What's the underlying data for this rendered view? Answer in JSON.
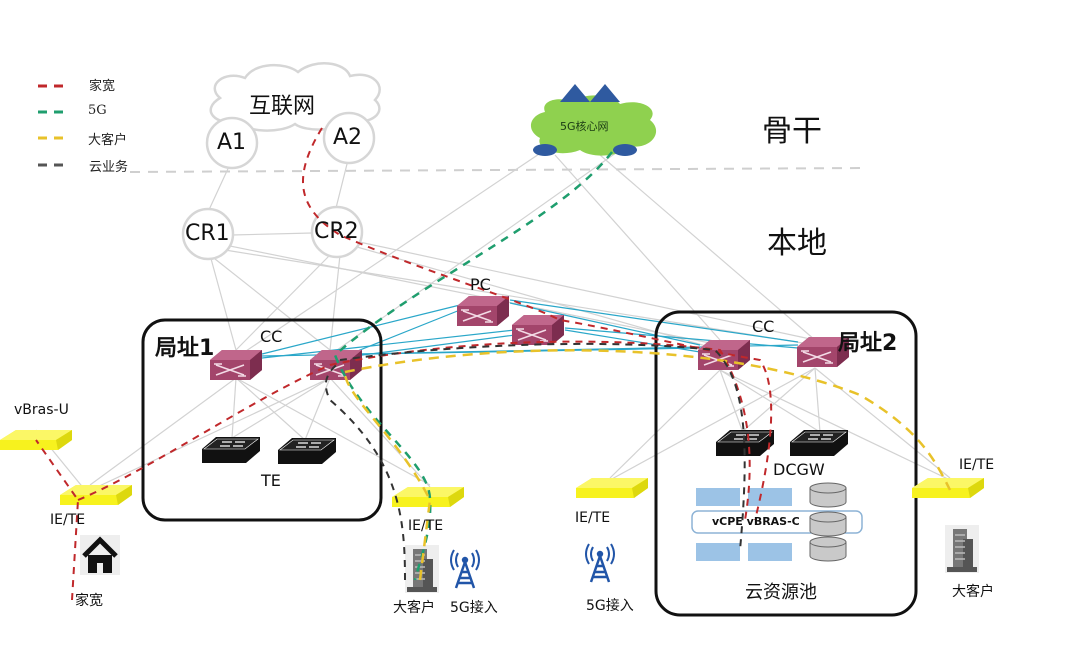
{
  "legend": {
    "items": [
      {
        "label": "家宽",
        "color": "#c0282b"
      },
      {
        "label": "5G",
        "color": "#1f9e6e"
      },
      {
        "label": "大客户",
        "color": "#e8c22a"
      },
      {
        "label": "云业务",
        "color": "#555555"
      }
    ]
  },
  "zones": {
    "backbone": "骨干",
    "local": "本地"
  },
  "internet": {
    "label": "互联网",
    "a1": "A1",
    "a2": "A2"
  },
  "core5g": {
    "label": "5G核心网"
  },
  "routers": {
    "cr1": "CR1",
    "cr2": "CR2",
    "pc": "PC"
  },
  "site1": {
    "label": "局址1",
    "cc": "CC",
    "te": "TE"
  },
  "site2": {
    "label": "局址2",
    "cc": "CC",
    "dcgw": "DCGW",
    "vcpe": "vCPE vBRAS-C",
    "pool": "云资源池"
  },
  "edge": {
    "vbras_u": "vBras-U",
    "ie_te_1": "IE/TE",
    "ie_te_2": "IE/TE",
    "ie_te_3": "IE/TE",
    "ie_te_4": "IE/TE",
    "home": "家宽",
    "enterprise_1": "大客户",
    "access_5g_1": "5G接入",
    "access_5g_2": "5G接入",
    "enterprise_2": "大客户"
  },
  "colors": {
    "router": "#a3456b",
    "link_cyan": "#2aa7c9",
    "link_gray": "#cfcfcf",
    "ie_yellow": "#f7f21e",
    "pool_blue": "#9cc3e6",
    "tower_blue": "#2155a8",
    "cloud_green": "#8fd14f"
  }
}
